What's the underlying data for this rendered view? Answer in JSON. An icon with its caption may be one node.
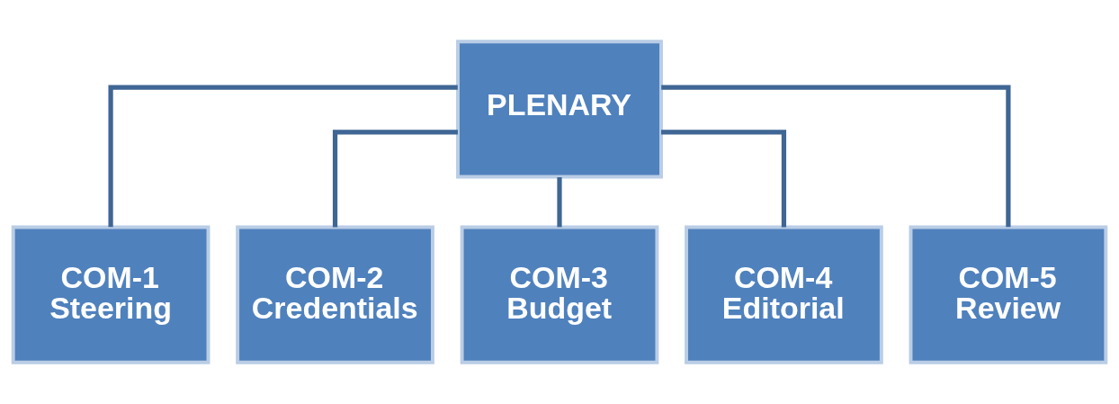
{
  "diagram": {
    "nodes": [
      {
        "text": [
          "PLENARY"
        ]
      },
      {
        "text": [
          "COM-1",
          "Steering"
        ]
      },
      {
        "text": [
          "COM-2",
          "Credentials"
        ]
      },
      {
        "text": [
          "COM-3",
          "Budget"
        ]
      },
      {
        "text": [
          "COM-4",
          "Editorial"
        ]
      },
      {
        "text": [
          "COM-5",
          "Review"
        ]
      }
    ],
    "edges": [
      {
        "from": 0,
        "to": 1,
        "arrow": "none"
      },
      {
        "from": 0,
        "to": 2,
        "arrow": "none"
      },
      {
        "from": 0,
        "to": 3,
        "arrow": "none"
      },
      {
        "from": 0,
        "to": 4,
        "arrow": "none"
      },
      {
        "from": 0,
        "to": 5,
        "arrow": "none"
      }
    ]
  }
}
